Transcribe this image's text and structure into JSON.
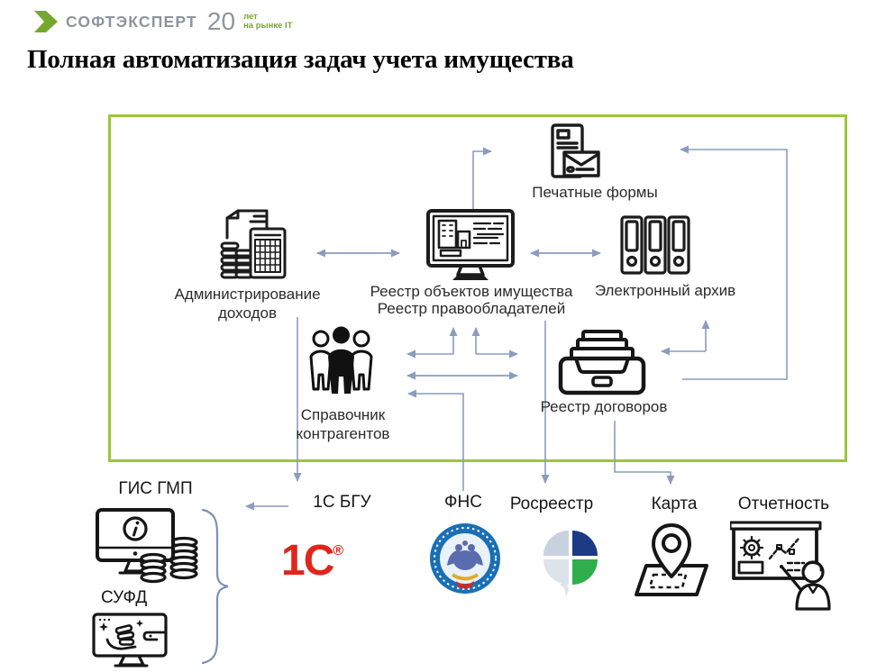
{
  "logo": {
    "brand": "СОФТЭКСПЕРТ",
    "years": "20",
    "caption1": "лет",
    "caption2": "на рынке IT"
  },
  "title": "Полная автоматизация задач учета имущества",
  "nodes": {
    "printed_forms": {
      "label": "Печатные формы"
    },
    "income_admin": {
      "line1": "Администрирование",
      "line2": "доходов"
    },
    "registry": {
      "line1": "Реестр объектов имущества",
      "line2": "Реестр правообладателей"
    },
    "archive": {
      "label": "Электронный архив"
    },
    "contractors": {
      "line1": "Справочник",
      "line2": "контрагентов"
    },
    "contracts": {
      "label": "Реестр договоров"
    }
  },
  "integrations": {
    "gis_gmp": {
      "label": "ГИС ГМП"
    },
    "sufd": {
      "label": "СУФД"
    },
    "bgu": {
      "label": "1С БГУ"
    },
    "onec": {
      "text": "1С",
      "reg": "®"
    },
    "fns": {
      "label": "ФНС"
    },
    "rosreestr": {
      "label": "Росреестр"
    },
    "map": {
      "label": "Карта"
    },
    "reporting": {
      "label": "Отчетность"
    }
  },
  "colors": {
    "box_border": "#9dc63b",
    "connector": "#8c9cbe",
    "brand_green": "#76a82e",
    "onec_red": "#e0261c",
    "fns_blue": "#1a6fb5",
    "rosreestr_blue": "#1d3b85",
    "rosreestr_green": "#2fae4e"
  }
}
